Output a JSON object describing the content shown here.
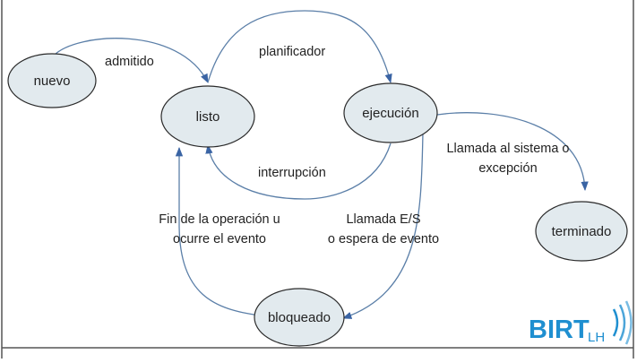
{
  "diagram": {
    "states": {
      "nuevo": "nuevo",
      "listo": "listo",
      "ejecucion": "ejecución",
      "bloqueado": "bloqueado",
      "terminado": "terminado"
    },
    "transitions": {
      "admitido": "admitido",
      "planificador": "planificador",
      "interrupcion": "interrupción",
      "llamada_sistema_line1": "Llamada al sistema o",
      "llamada_sistema_line2": "excepción",
      "llamada_es_line1": "Llamada E/S",
      "llamada_es_line2": "o espera de evento",
      "fin_operacion_line1": "Fin de la operación u",
      "fin_operacion_line2": "ocurre el evento"
    },
    "colors": {
      "node_fill": "#e2eaee",
      "node_stroke": "#2a2a2a",
      "arrow": "#5b7fa8",
      "arrowhead": "#3a64a4"
    }
  },
  "logo": {
    "main": "BIRT",
    "sub": "LH",
    "color": "#1f8fd0"
  }
}
